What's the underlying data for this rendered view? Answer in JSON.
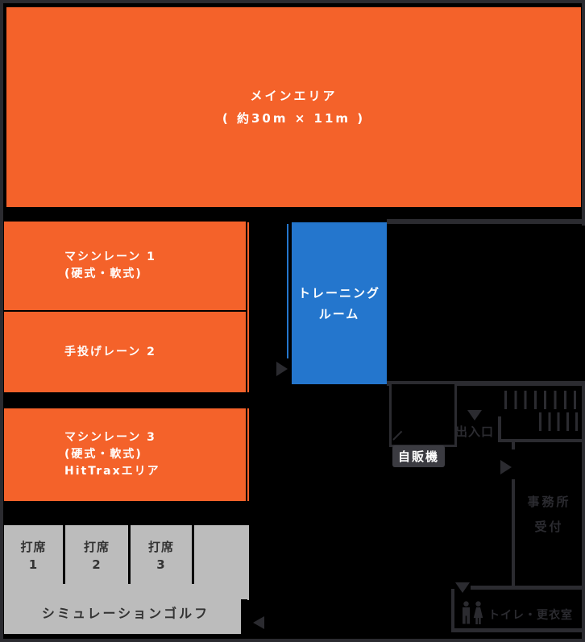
{
  "colors": {
    "orange": "#f4622a",
    "blue": "#2476cd",
    "golf_gray": "#bcbcbc",
    "wall": "#2b2b30",
    "badge_bg": "#3b3b41",
    "text_light": "#ffffff",
    "text_dark": "#333333"
  },
  "main_area": {
    "title": "メインエリア",
    "subtitle": "( 約30m × 11m )"
  },
  "lanes": [
    {
      "line1": "マシンレーン 1",
      "line2": "(硬式・軟式)"
    },
    {
      "line1": "手投げレーン 2"
    },
    {
      "line1": "マシンレーン 3",
      "line2": "(硬式・軟式)",
      "line3": "HitTraxエリア"
    }
  ],
  "training_room": {
    "line1": "トレーニング",
    "line2": "ルーム"
  },
  "golf": {
    "label": "シミュレーションゴルフ",
    "seats": [
      {
        "label": "打席",
        "num": "1"
      },
      {
        "label": "打席",
        "num": "2"
      },
      {
        "label": "打席",
        "num": "3"
      }
    ]
  },
  "facilities": {
    "vending": "自販機",
    "entrance": "出入口",
    "office_line1": "事務所",
    "office_line2": "受付",
    "toilet": "トイレ・更衣室"
  }
}
